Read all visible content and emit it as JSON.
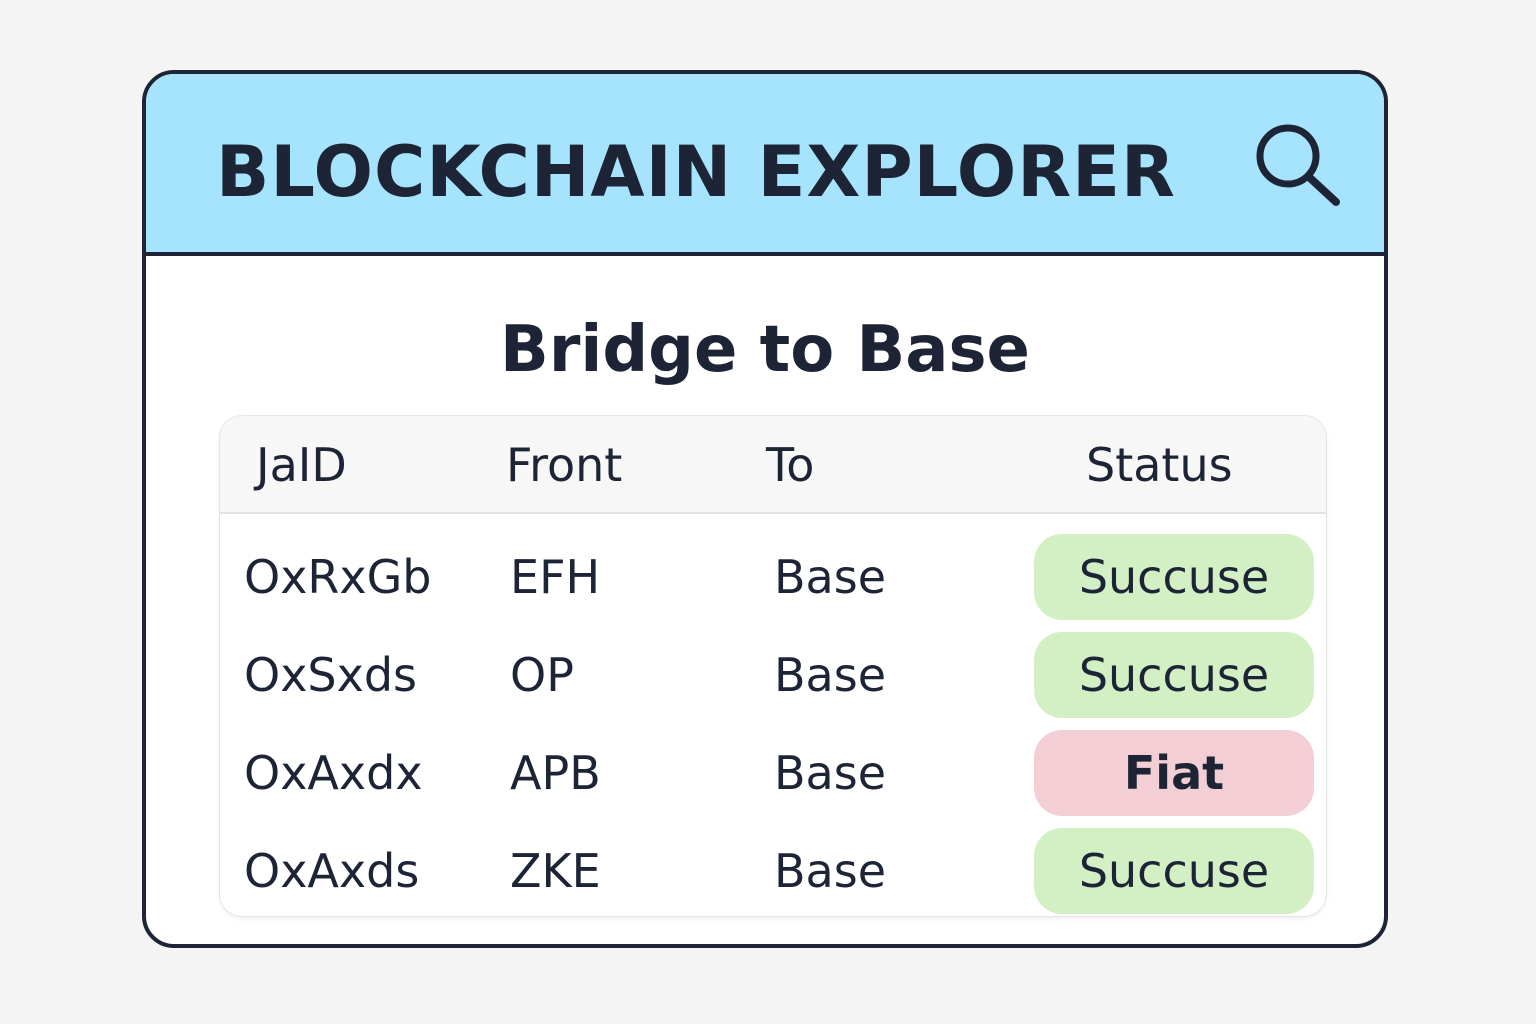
{
  "header": {
    "title": "BLOCKCHAIN EXPLORER",
    "search_icon": "search-icon",
    "background_color": "#a5e4fc"
  },
  "main": {
    "title": "Bridge to Base"
  },
  "table": {
    "columns": [
      "JaID",
      "Front",
      "To",
      "Status"
    ],
    "rows": [
      {
        "id": "OxRxGb",
        "from": "EFH",
        "to": "Base",
        "status": "Succuse",
        "status_type": "success"
      },
      {
        "id": "OxSxds",
        "from": "OP",
        "to": "Base",
        "status": "Succuse",
        "status_type": "success"
      },
      {
        "id": "OxAxdx",
        "from": "APB",
        "to": "Base",
        "status": "Fiat",
        "status_type": "fail"
      },
      {
        "id": "OxAxds",
        "from": "ZKE",
        "to": "Base",
        "status": "Succuse",
        "status_type": "success"
      }
    ]
  },
  "colors": {
    "success": "#d3f0c4",
    "fail": "#f3cfd5",
    "text": "#1c2435"
  }
}
